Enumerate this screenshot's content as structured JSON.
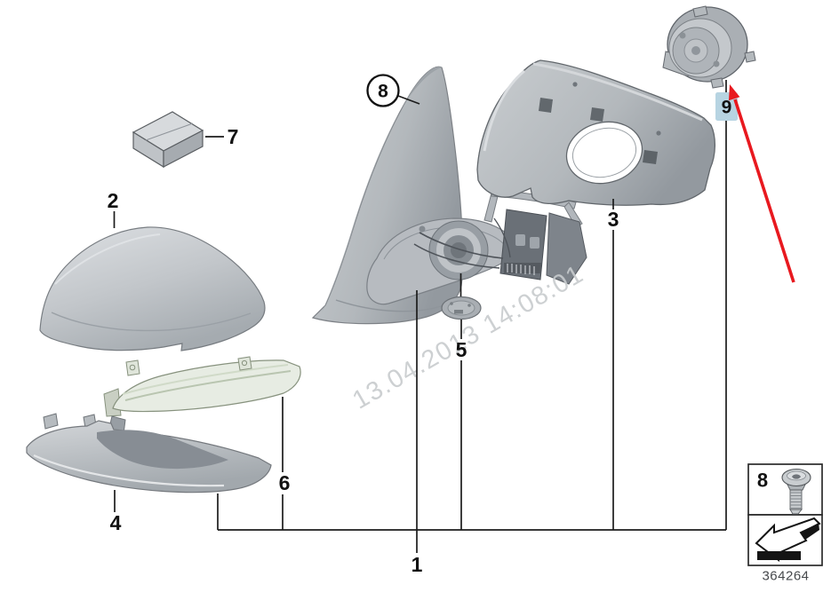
{
  "diagram": {
    "watermark": "13.04.2013 14:08:01",
    "drawing_number": "364264"
  },
  "callouts": {
    "part1": "1",
    "part2": "2",
    "part3": "3",
    "part4": "4",
    "part5": "5",
    "part6": "6",
    "part7": "7",
    "part8": "8",
    "part9": "9"
  },
  "legend": {
    "screw_ref": "8"
  },
  "icons": {
    "screw": "countersunk-screw-icon",
    "direction": "direction-of-travel-arrow-icon",
    "pointer": "red-pointer-arrow-icon",
    "highlight": "selected-part-highlight"
  },
  "colors": {
    "highlight_fill": "#b7d4e2",
    "highlight_text": "#4f7f9e",
    "arrow_red": "#e8191f",
    "line": "#1c1c1c",
    "watermark": "#c8ccce"
  }
}
